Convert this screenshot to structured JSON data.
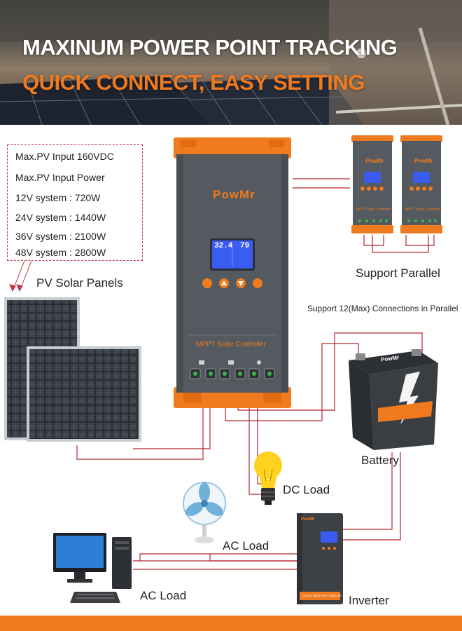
{
  "banner": {
    "title_line1": "MAXINUM POWER POINT TRACKING",
    "title_line2": "QUICK CONNECT, EASY SETTING"
  },
  "specs": [
    "Max.PV Input 160VDC",
    "Max.PV Input Power",
    "12V system :  720W",
    "24V system :  1440W",
    "36V system :  2100W",
    "48V system :  2800W"
  ],
  "labels": {
    "pv_panels": "PV Solar Panels",
    "support_parallel": "Support Parallel",
    "parallel_note": "Support 12(Max) Connections in Parallel",
    "battery": "Battery",
    "dc_load": "DC Load",
    "ac_load_fan": "AC Load",
    "ac_load_pc": "AC Load",
    "inverter": "Inverter"
  },
  "controller": {
    "brand": "PowMr",
    "model": "MPPT Solar Controller",
    "lcd_left": "32.4",
    "lcd_right": "79",
    "buttons": [
      "menu-button",
      "up-button",
      "down-button",
      "enter-button"
    ]
  },
  "mini_controller": {
    "brand": "PowMr",
    "model": "MPPT Solar Controller"
  },
  "battery_brand": "PowMr",
  "inverter_brand": "PowMr",
  "inverter_caption": "SOLAR INVERTER CHARGER",
  "colors": {
    "accent_orange": "#f07a1e",
    "controller_body": "#545a60",
    "wire_red": "#b3262e",
    "lcd_blue": "#3a5cf0"
  }
}
